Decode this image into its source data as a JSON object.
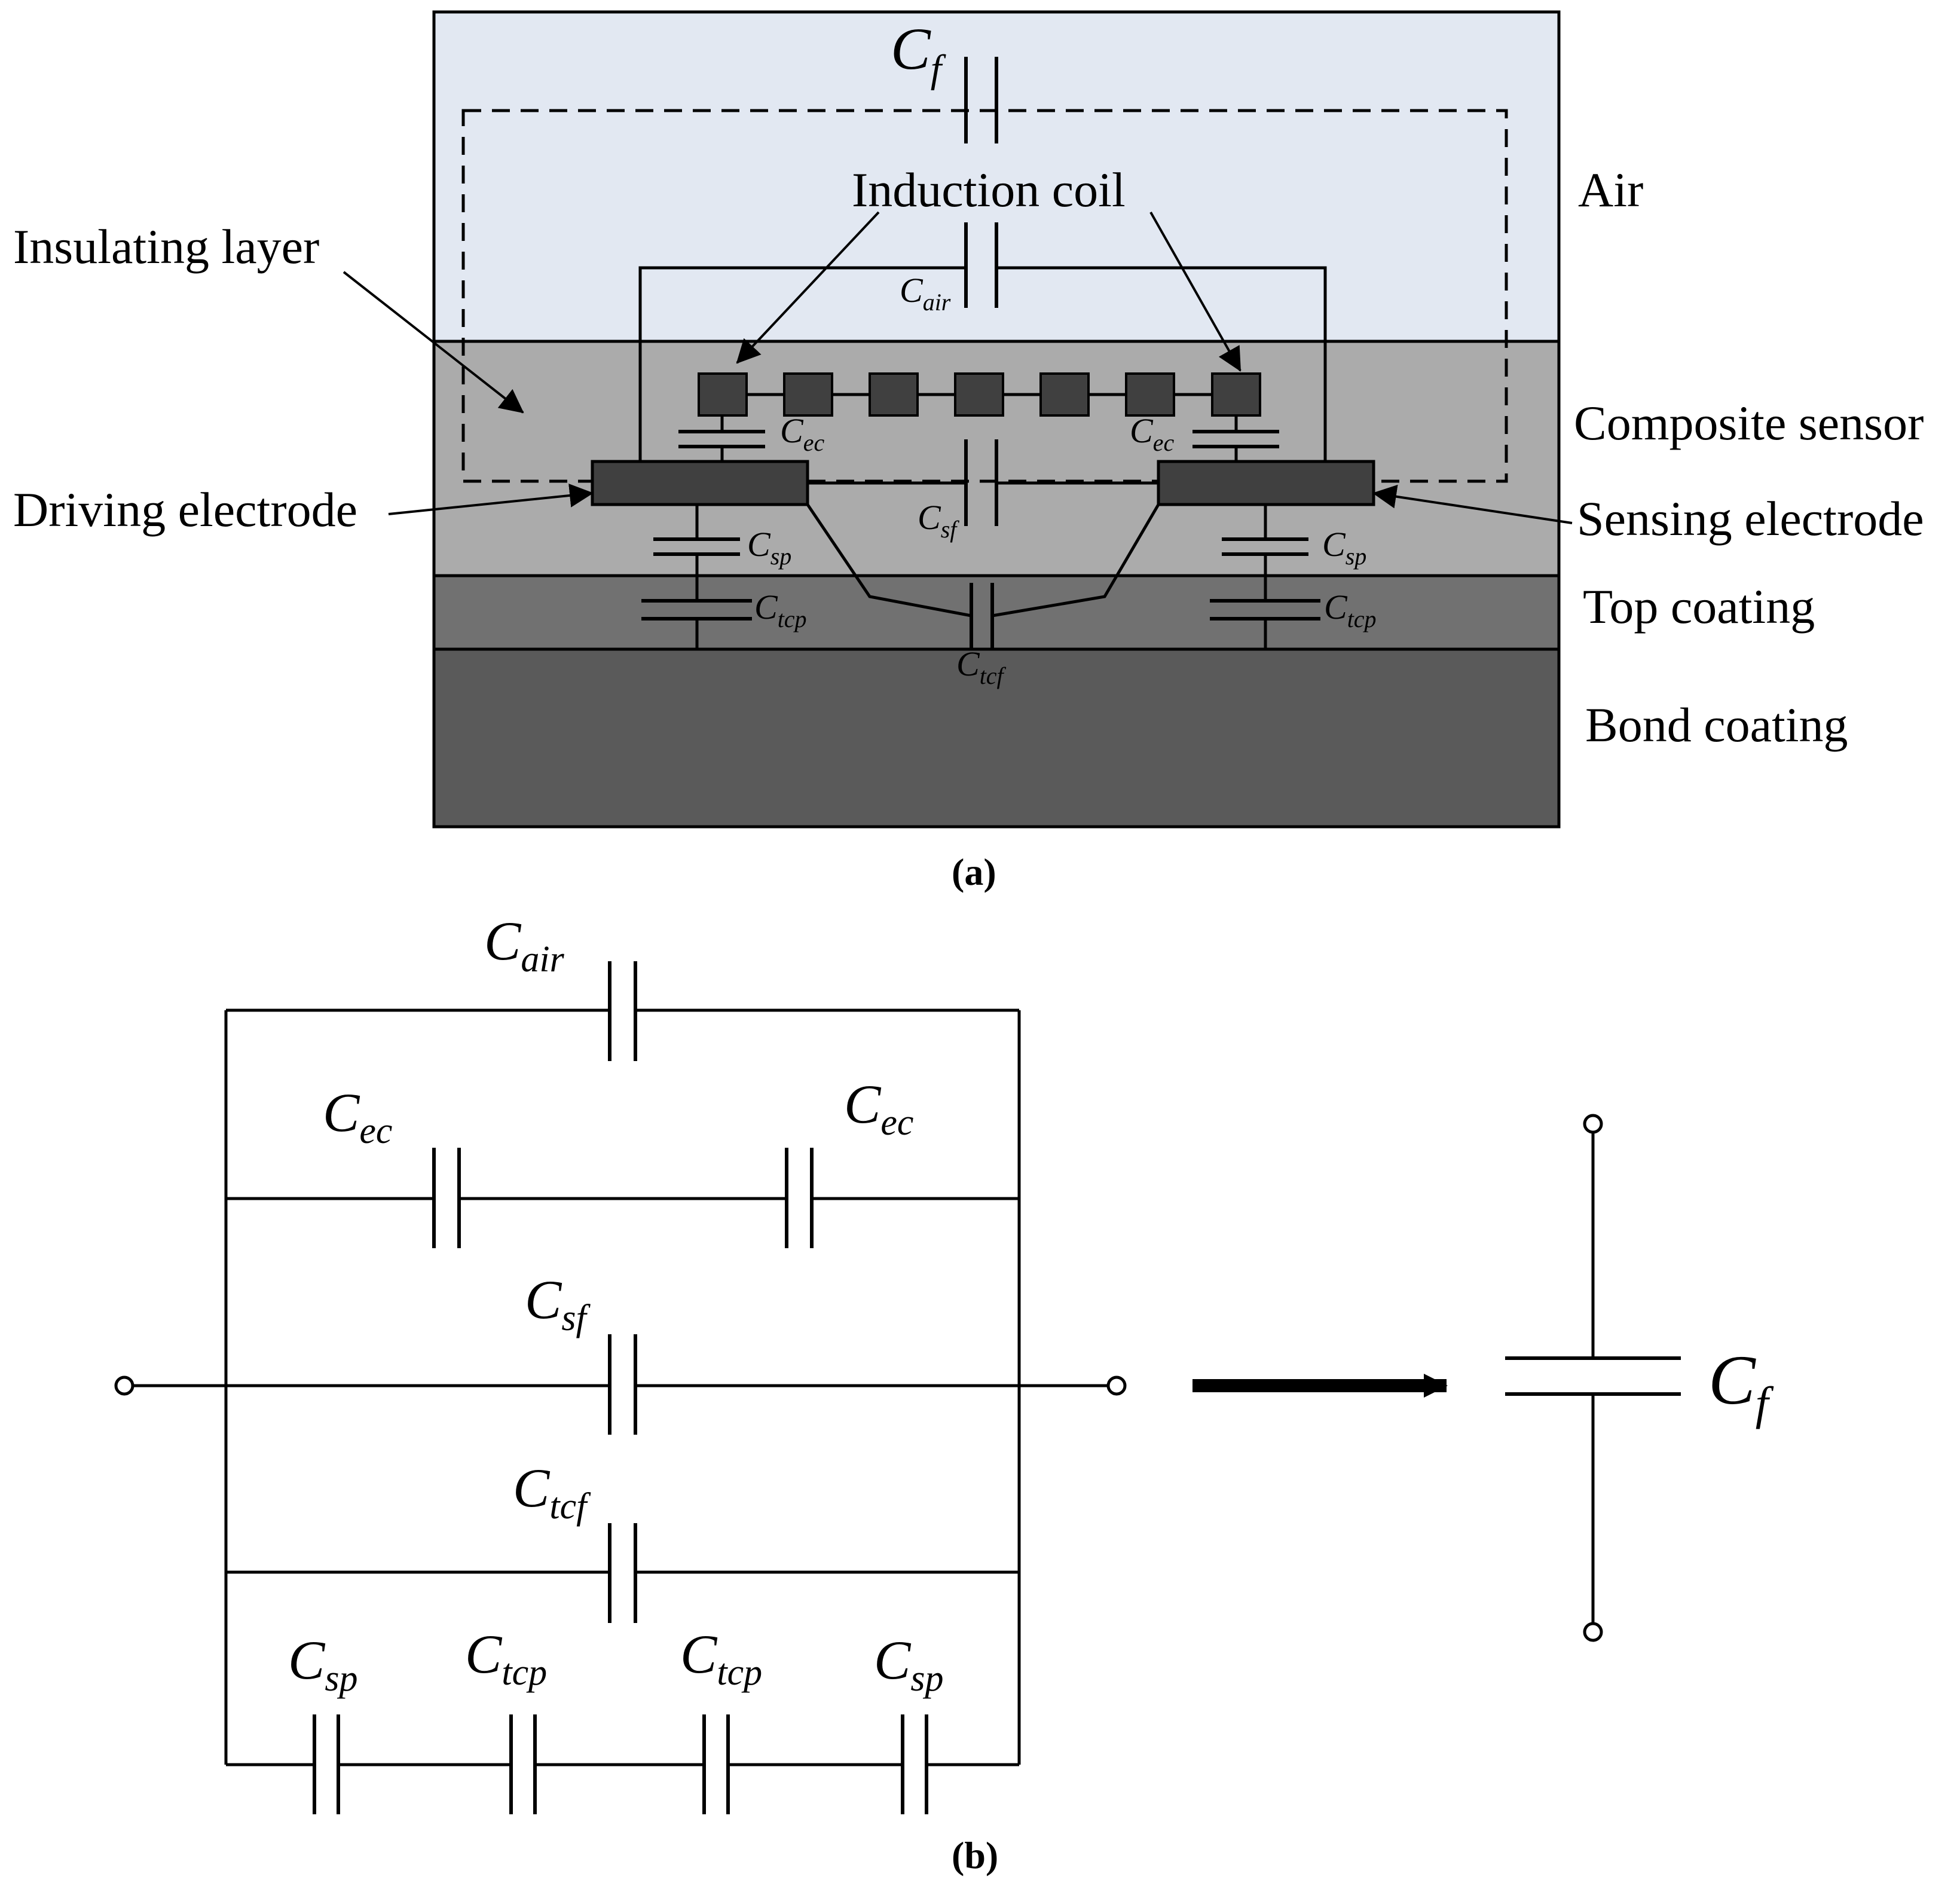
{
  "panel_a": {
    "layers": {
      "air": "Air",
      "composite": "Composite sensor",
      "top": "Top coating",
      "bond": "Bond coating"
    },
    "colors": {
      "air": "#e2e8f2",
      "composite": "#ababab",
      "top": "#717171",
      "bond": "#5a5a5a",
      "electrode": "#404040"
    },
    "labels": {
      "insulating": "Insulating layer",
      "induction": "Induction coil",
      "driving": "Driving electrode",
      "sensing": "Sensing electrode"
    },
    "caps": {
      "cf": {
        "main": "C",
        "sub": "f"
      },
      "cair": {
        "main": "C",
        "sub": "air"
      },
      "cec_l": {
        "main": "C",
        "sub": "ec"
      },
      "cec_r": {
        "main": "C",
        "sub": "ec"
      },
      "csf": {
        "main": "C",
        "sub": "sf"
      },
      "csp_l": {
        "main": "C",
        "sub": "sp"
      },
      "csp_r": {
        "main": "C",
        "sub": "sp"
      },
      "ctcp_l": {
        "main": "C",
        "sub": "tcp"
      },
      "ctcp_r": {
        "main": "C",
        "sub": "tcp"
      },
      "ctcf": {
        "main": "C",
        "sub": "tcf"
      }
    },
    "caption_open": "(",
    "caption_letter": "a",
    "caption_close": ")"
  },
  "panel_b": {
    "caps": {
      "cair": {
        "main": "C",
        "sub": "air"
      },
      "cec_l": {
        "main": "C",
        "sub": "ec"
      },
      "cec_r": {
        "main": "C",
        "sub": "ec"
      },
      "csf": {
        "main": "C",
        "sub": "sf"
      },
      "ctcf": {
        "main": "C",
        "sub": "tcf"
      },
      "csp_l": {
        "main": "C",
        "sub": "sp"
      },
      "ctcp_l": {
        "main": "C",
        "sub": "tcp"
      },
      "ctcp_r": {
        "main": "C",
        "sub": "tcp"
      },
      "csp_r": {
        "main": "C",
        "sub": "sp"
      },
      "cf": {
        "main": "C",
        "sub": "f"
      }
    },
    "caption_open": "(",
    "caption_letter": "b",
    "caption_close": ")"
  }
}
